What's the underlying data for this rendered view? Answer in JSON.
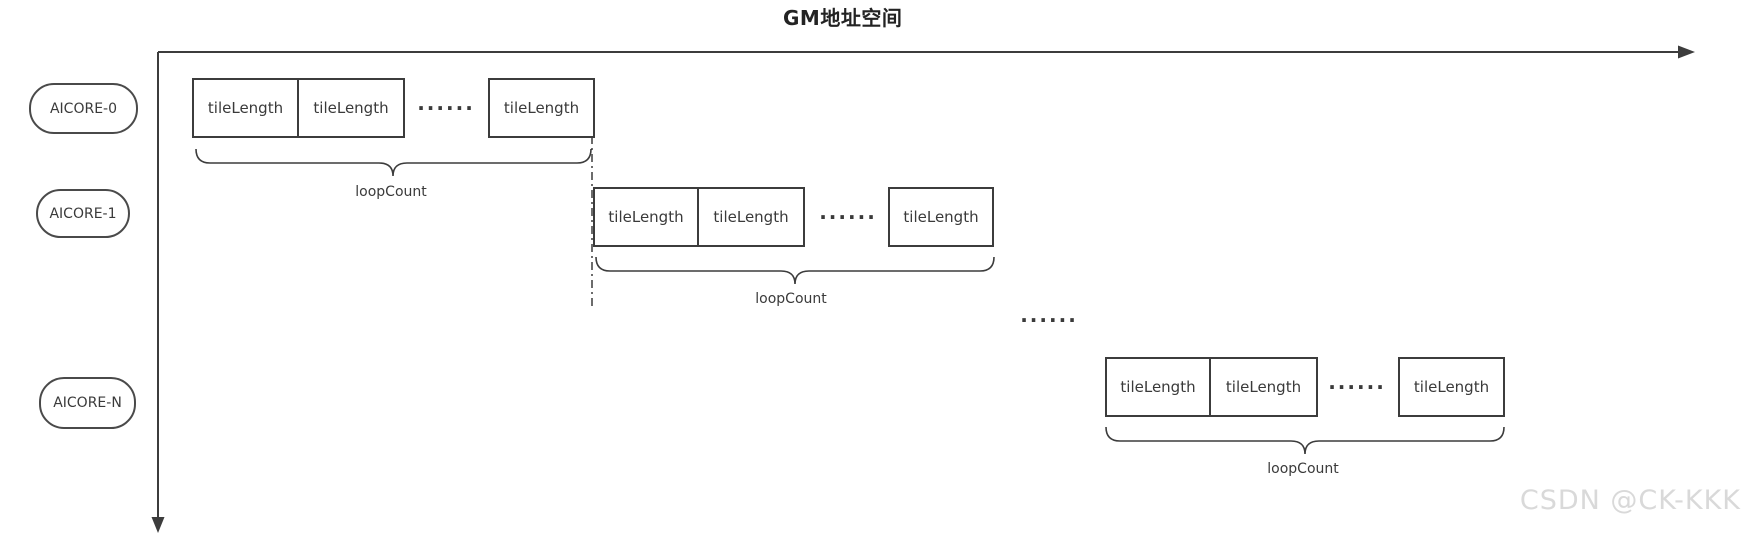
{
  "title": "GM地址空间",
  "watermark": "CSDN @CK-KKK",
  "ellipsis": "······",
  "cores": [
    {
      "label": "AICORE-0"
    },
    {
      "label": "AICORE-1"
    },
    {
      "label": "AICORE-N"
    }
  ],
  "rows": [
    {
      "core": "AICORE-0",
      "tiles": [
        "tileLength",
        "tileLength",
        "tileLength"
      ],
      "ellipsis": "······",
      "brace_label": "loopCount"
    },
    {
      "core": "AICORE-1",
      "tiles": [
        "tileLength",
        "tileLength",
        "tileLength"
      ],
      "ellipsis": "······",
      "brace_label": "loopCount"
    },
    {
      "core": "AICORE-N",
      "tiles": [
        "tileLength",
        "tileLength",
        "tileLength"
      ],
      "ellipsis": "······",
      "brace_label": "loopCount"
    }
  ],
  "colors": {
    "stroke": "#3c3c3c",
    "text": "#3a3a3a",
    "watermark": "#d9d9d9",
    "background": "#ffffff"
  }
}
